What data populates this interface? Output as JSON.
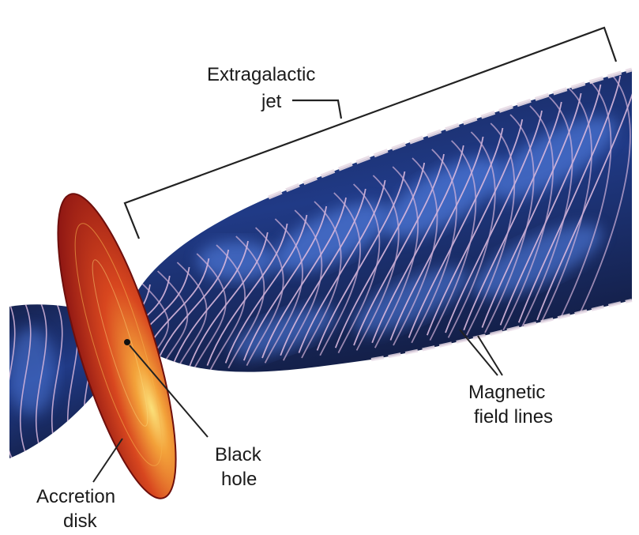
{
  "labels": {
    "jet_line1": "Extragalactic",
    "jet_line2": "jet",
    "magnetic_line1": "Magnetic",
    "magnetic_line2": "field lines",
    "black_hole_line1": "Black",
    "black_hole_line2": "hole",
    "disk_line1": "Accretion",
    "disk_line2": "disk"
  },
  "colors": {
    "jet_dark": "#1b2a5a",
    "jet_mid": "#2f4a9c",
    "jet_bright": "#4e78d8",
    "field_line": "#d9b8dd",
    "disk_outer": "#b3211b",
    "disk_inner": "#f6c24a",
    "pointer": "#222222"
  }
}
